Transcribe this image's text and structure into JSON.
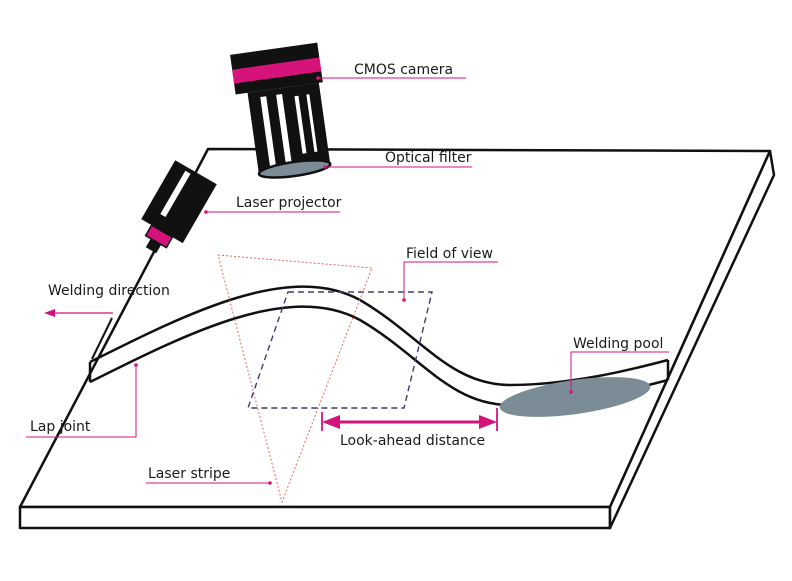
{
  "colors": {
    "accent": "#d6137a",
    "outline": "#111111",
    "pool": "#7b8c97",
    "fov": "#3c3c7a",
    "laser": "#e06a5a",
    "label_line": "#d6137a"
  },
  "labels": {
    "cmos_camera": "CMOS camera",
    "optical_filter": "Optical filter",
    "laser_projector": "Laser projector",
    "field_of_view": "Field of view",
    "welding_direction": "Welding direction",
    "welding_pool": "Welding pool",
    "lap_joint": "Lap joint",
    "look_ahead_distance": "Look-ahead distance",
    "laser_stripe": "Laser stripe"
  }
}
